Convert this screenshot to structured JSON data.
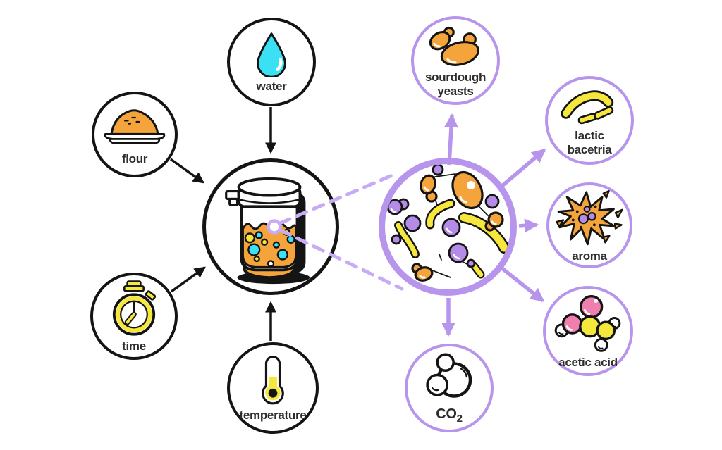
{
  "diagram": {
    "inputs": {
      "water": {
        "label": "water",
        "icon": "water-drop"
      },
      "flour": {
        "label": "flour",
        "icon": "flour-plate"
      },
      "time": {
        "label": "time",
        "icon": "stopwatch"
      },
      "temperature": {
        "label": "temperature",
        "icon": "thermometer"
      }
    },
    "process": {
      "starter_jar": {
        "icon": "sourdough-starter-jar"
      },
      "microscope_view": {
        "icon": "microbes-magnified-lens"
      }
    },
    "outputs": {
      "sourdough_yeasts": {
        "line1": "sourdough",
        "line2": "yeasts",
        "icon": "yeast-cells"
      },
      "lactic_bacteria": {
        "line1": "lactic",
        "line2": "bacetria",
        "icon": "bacteria-rods"
      },
      "aroma": {
        "label": "aroma",
        "icon": "aroma-burst"
      },
      "acetic_acid": {
        "label": "acetic acid",
        "icon": "acetic-acid-molecule"
      },
      "co2": {
        "label_main": "CO",
        "label_sub": "2",
        "icon": "co2-bubbles"
      }
    },
    "edges": [
      {
        "from": "water",
        "to": "starter-jar",
        "style": "solid-black-arrow"
      },
      {
        "from": "flour",
        "to": "starter-jar",
        "style": "solid-black-arrow"
      },
      {
        "from": "time",
        "to": "starter-jar",
        "style": "solid-black-arrow"
      },
      {
        "from": "temperature",
        "to": "starter-jar",
        "style": "solid-black-arrow"
      },
      {
        "from": "starter-jar",
        "to": "microscope-view",
        "style": "dashed-purple-magnifier"
      },
      {
        "from": "microscope-view",
        "to": "sourdough-yeasts",
        "style": "solid-purple-arrow"
      },
      {
        "from": "microscope-view",
        "to": "lactic-bacteria",
        "style": "solid-purple-arrow"
      },
      {
        "from": "microscope-view",
        "to": "aroma",
        "style": "solid-purple-arrow"
      },
      {
        "from": "microscope-view",
        "to": "acetic-acid",
        "style": "solid-purple-arrow"
      },
      {
        "from": "microscope-view",
        "to": "co2",
        "style": "solid-purple-arrow"
      }
    ],
    "colors": {
      "outline": "#141414",
      "accent_purple": "#b795ec",
      "dash_purple": "#c7abf4",
      "cell_purple": "#b48ce8",
      "orange": "#f5a43c",
      "cyan": "#3ae1f5",
      "yellow": "#f6e73c",
      "pink": "#ee7fae",
      "label_text": "#2d2d2d"
    }
  }
}
